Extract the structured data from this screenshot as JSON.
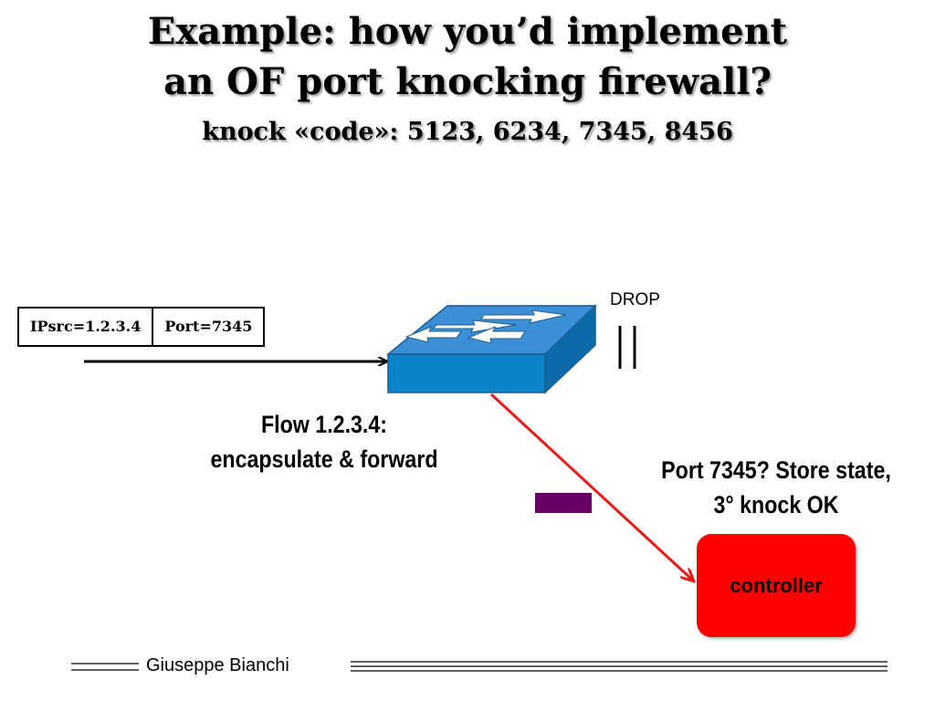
{
  "title": {
    "line1": "Example: how you’d implement",
    "line2": "an OF port knocking firewall?",
    "subtitle": "knock «code»: 5123, 6234, 7345, 8456"
  },
  "packet_header": {
    "field1": "IPsrc=1.2.3.4",
    "field2": "Port=7345"
  },
  "drop_label": "DROP",
  "flow_label": [
    "Flow 1.2.3.4:",
    "encapsulate & forward"
  ],
  "port_label": [
    "Port 7345? Store state,",
    "3° knock OK"
  ],
  "controller_label": "controller",
  "footer": "Giuseppe Bianchi",
  "colors": {
    "switch_top": "#3a8fd6",
    "switch_front": "#0b84c8",
    "controller": "#ff0000",
    "packet": "#660066",
    "flow_line": "#e81a1a"
  },
  "icons": [
    "switch-icon",
    "drop-barrier-icon",
    "arrow-icon"
  ]
}
